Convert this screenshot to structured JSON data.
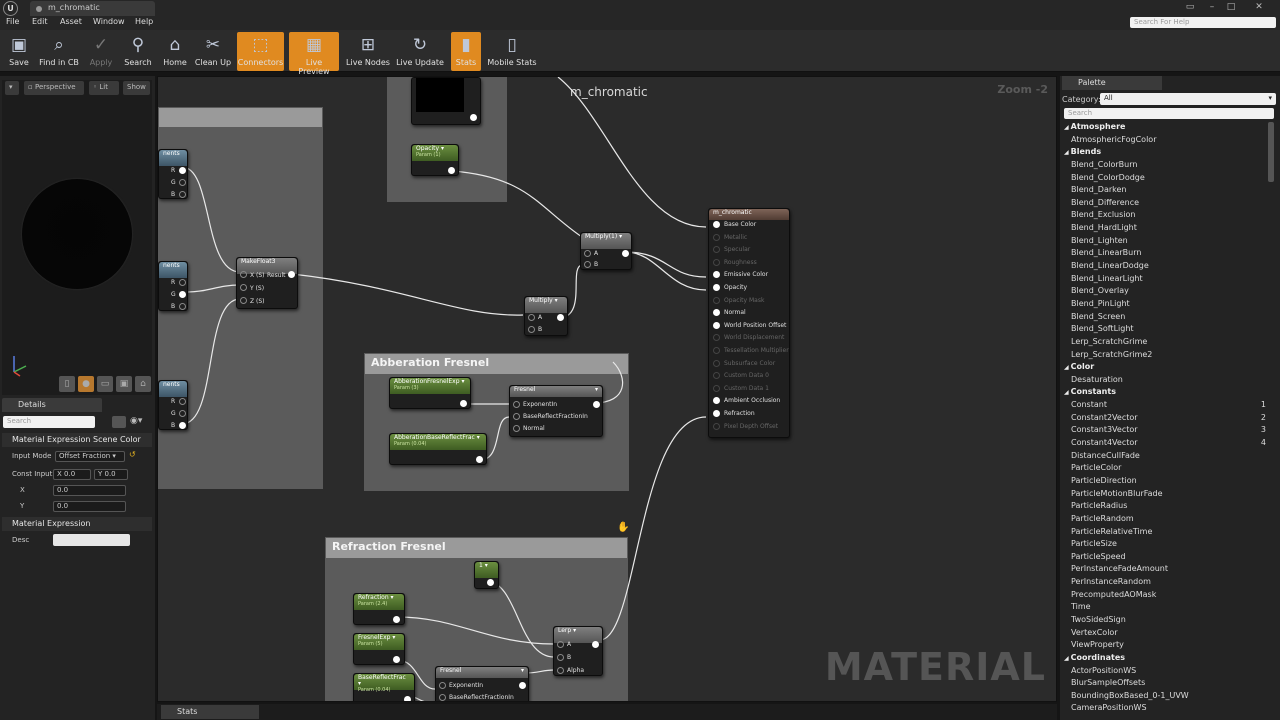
{
  "window": {
    "tab_title": "m_chromatic",
    "app_logo": "U"
  },
  "menu": [
    "File",
    "Edit",
    "Asset",
    "Window",
    "Help"
  ],
  "help_search": {
    "placeholder": "Search For Help"
  },
  "toolbar": [
    {
      "label": "Save",
      "icon": "save-icon",
      "active": false,
      "disabled": false
    },
    {
      "label": "Find in CB",
      "icon": "find-in-cb-icon",
      "active": false,
      "disabled": false
    },
    {
      "label": "Apply",
      "icon": "apply-icon",
      "active": false,
      "disabled": true
    },
    {
      "label": "Search",
      "icon": "search-icon",
      "active": false,
      "disabled": false
    },
    {
      "label": "Home",
      "icon": "home-icon",
      "active": false,
      "disabled": false
    },
    {
      "label": "Clean Up",
      "icon": "clean-up-icon",
      "active": false,
      "disabled": false
    },
    {
      "label": "Connectors",
      "icon": "connectors-icon",
      "active": true,
      "disabled": false
    },
    {
      "label": "Live Preview",
      "icon": "live-preview-icon",
      "active": true,
      "disabled": false
    },
    {
      "label": "Live Nodes",
      "icon": "live-nodes-icon",
      "active": false,
      "disabled": false
    },
    {
      "label": "Live Update",
      "icon": "live-update-icon",
      "active": false,
      "disabled": false
    },
    {
      "label": "Stats",
      "icon": "stats-icon",
      "active": true,
      "disabled": false
    },
    {
      "label": "Mobile Stats",
      "icon": "mobile-stats-icon",
      "active": false,
      "disabled": false
    }
  ],
  "viewport": {
    "perspective": "Perspective",
    "lit": "Lit",
    "show": "Show"
  },
  "details": {
    "tab": "Details",
    "search_placeholder": "Search",
    "section1": "Material Expression Scene Color",
    "input_mode_label": "Input Mode",
    "input_mode_value": "Offset Fraction",
    "const_input_label": "Const Input",
    "const_x": "X 0.0",
    "const_y": "Y 0.0",
    "x_label": "X",
    "x_value": "0.0",
    "y_label": "Y",
    "y_value": "0.0",
    "section2": "Material Expression",
    "desc_label": "Desc"
  },
  "graph": {
    "title": "m_chromatic",
    "zoom": "Zoom -2",
    "watermark": "MATERIAL",
    "comment_abberation": "Abberation Fresnel",
    "comment_refraction": "Refraction Fresnel",
    "nodes": {
      "opacity": {
        "title": "Opacity",
        "sub": "Param (1)"
      },
      "makefloat3": {
        "title": "MakeFloat3",
        "pins_in": [
          "X (S)",
          "Y (S)",
          "Z (S)"
        ],
        "pin_out": "Result"
      },
      "multiply1": {
        "title": "Multiply(1)",
        "pins": [
          "A",
          "B"
        ]
      },
      "multiply": {
        "title": "Multiply",
        "pins": [
          "A",
          "B"
        ]
      },
      "result": {
        "title": "m_chromatic",
        "pins": [
          {
            "label": "Base Color",
            "enabled": true
          },
          {
            "label": "Metallic",
            "enabled": false
          },
          {
            "label": "Specular",
            "enabled": false
          },
          {
            "label": "Roughness",
            "enabled": false
          },
          {
            "label": "Emissive Color",
            "enabled": true
          },
          {
            "label": "Opacity",
            "enabled": true
          },
          {
            "label": "Opacity Mask",
            "enabled": false
          },
          {
            "label": "Normal",
            "enabled": true
          },
          {
            "label": "World Position Offset",
            "enabled": true
          },
          {
            "label": "World Displacement",
            "enabled": false
          },
          {
            "label": "Tessellation Multiplier",
            "enabled": false
          },
          {
            "label": "Subsurface Color",
            "enabled": false
          },
          {
            "label": "Custom Data 0",
            "enabled": false
          },
          {
            "label": "Custom Data 1",
            "enabled": false
          },
          {
            "label": "Ambient Occlusion",
            "enabled": true
          },
          {
            "label": "Refraction",
            "enabled": true
          },
          {
            "label": "Pixel Depth Offset",
            "enabled": false
          }
        ]
      },
      "abb_exp": {
        "title": "AbberationFresnelExp",
        "sub": "Param (3)"
      },
      "abb_base": {
        "title": "AbberationBaseReflectFrac",
        "sub": "Param (0.04)"
      },
      "fresnel1": {
        "title": "Fresnel",
        "pins": [
          "ExponentIn",
          "BaseReflectFractionIn",
          "Normal"
        ]
      },
      "const1": {
        "title": "1"
      },
      "refraction": {
        "title": "Refraction",
        "sub": "Param (2.4)"
      },
      "fresnel_exp": {
        "title": "FresnelExp",
        "sub": "Param (5)"
      },
      "base_reflect": {
        "title": "BaseReflectFrac",
        "sub": "Param (0.04)"
      },
      "fresnel2": {
        "title": "Fresnel",
        "pins": [
          "ExponentIn",
          "BaseReflectFractionIn"
        ]
      },
      "lerp": {
        "title": "Lerp",
        "pins": [
          "A",
          "B",
          "Alpha"
        ]
      },
      "rgb_pins": [
        "R",
        "G",
        "B"
      ],
      "partial_label": "nents"
    }
  },
  "palette": {
    "tab": "Palette",
    "category_label": "Category:",
    "category_value": "All",
    "search_placeholder": "Search",
    "groups": [
      {
        "name": "Atmosphere",
        "items": [
          {
            "label": "AtmosphericFogColor"
          }
        ]
      },
      {
        "name": "Blends",
        "items": [
          {
            "label": "Blend_ColorBurn"
          },
          {
            "label": "Blend_ColorDodge"
          },
          {
            "label": "Blend_Darken"
          },
          {
            "label": "Blend_Difference"
          },
          {
            "label": "Blend_Exclusion"
          },
          {
            "label": "Blend_HardLight"
          },
          {
            "label": "Blend_Lighten"
          },
          {
            "label": "Blend_LinearBurn"
          },
          {
            "label": "Blend_LinearDodge"
          },
          {
            "label": "Blend_LinearLight"
          },
          {
            "label": "Blend_Overlay"
          },
          {
            "label": "Blend_PinLight"
          },
          {
            "label": "Blend_Screen"
          },
          {
            "label": "Blend_SoftLight"
          },
          {
            "label": "Lerp_ScratchGrime"
          },
          {
            "label": "Lerp_ScratchGrime2"
          }
        ]
      },
      {
        "name": "Color",
        "items": [
          {
            "label": "Desaturation"
          }
        ]
      },
      {
        "name": "Constants",
        "items": [
          {
            "label": "Constant",
            "key": "1"
          },
          {
            "label": "Constant2Vector",
            "key": "2"
          },
          {
            "label": "Constant3Vector",
            "key": "3"
          },
          {
            "label": "Constant4Vector",
            "key": "4"
          },
          {
            "label": "DistanceCullFade"
          },
          {
            "label": "ParticleColor"
          },
          {
            "label": "ParticleDirection"
          },
          {
            "label": "ParticleMotionBlurFade"
          },
          {
            "label": "ParticleRadius"
          },
          {
            "label": "ParticleRandom"
          },
          {
            "label": "ParticleRelativeTime"
          },
          {
            "label": "ParticleSize"
          },
          {
            "label": "ParticleSpeed"
          },
          {
            "label": "PerInstanceFadeAmount"
          },
          {
            "label": "PerInstanceRandom"
          },
          {
            "label": "PrecomputedAOMask"
          },
          {
            "label": "Time"
          },
          {
            "label": "TwoSidedSign"
          },
          {
            "label": "VertexColor"
          },
          {
            "label": "ViewProperty"
          }
        ]
      },
      {
        "name": "Coordinates",
        "items": [
          {
            "label": "ActorPositionWS"
          },
          {
            "label": "BlurSampleOffsets"
          },
          {
            "label": "BoundingBoxBased_0-1_UVW"
          },
          {
            "label": "CameraPositionWS"
          }
        ]
      }
    ]
  },
  "stats_tab": "Stats"
}
